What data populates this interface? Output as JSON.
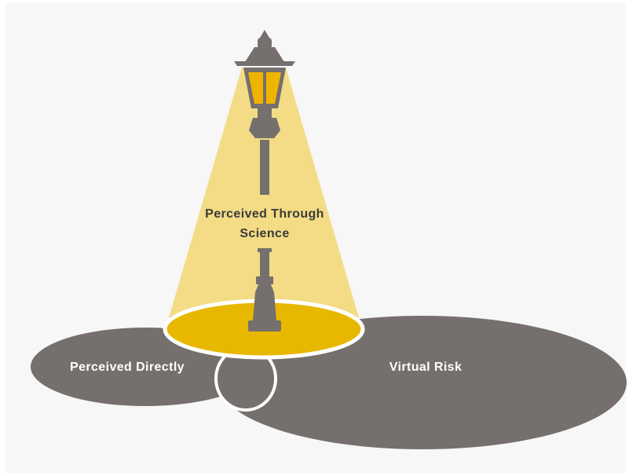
{
  "diagram": {
    "labels": {
      "science_line1": "Perceived Through",
      "science_line2": "Science",
      "directly": "Perceived Directly",
      "virtual": "Virtual Risk"
    },
    "colors": {
      "background": "#f7f7f7",
      "light_beam": "#f3dc85",
      "lit_area": "#e8b800",
      "ground_gray": "#756f6d",
      "outline": "#ffffff",
      "lamp_glass": "#f0b400",
      "science_text": "#3a3a3a",
      "label_text": "#ffffff"
    }
  }
}
